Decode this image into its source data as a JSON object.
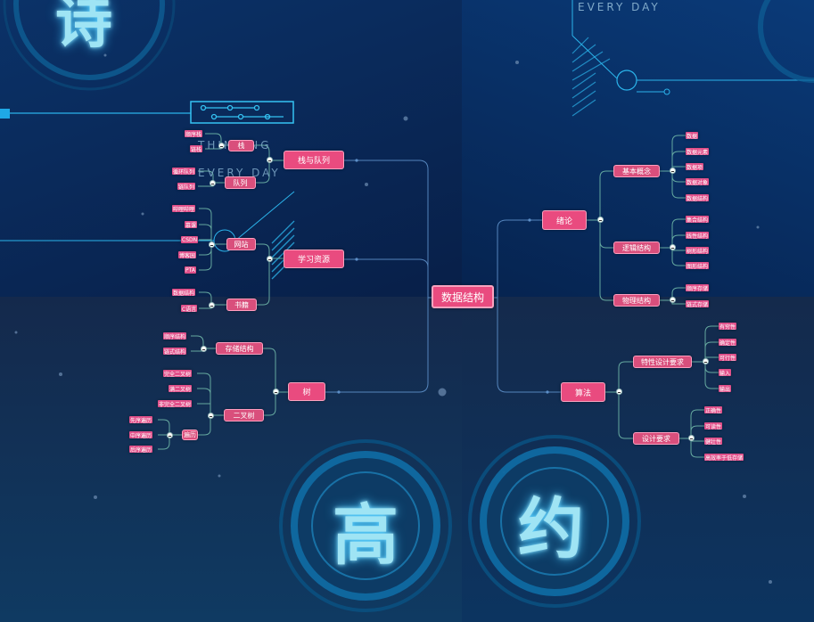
{
  "deco": {
    "top_right_text": "EVERY DAY",
    "left_text_1": "THINKING",
    "left_text_2": "EVERY DAY",
    "char_top_left": "诗",
    "char_bottom_mid": "高",
    "char_bottom_right": "约"
  },
  "mindmap": {
    "root": "数据结构",
    "stack_queue": {
      "label": "栈与队列",
      "stack": {
        "label": "栈",
        "leaves": [
          "顺序栈",
          "链栈"
        ]
      },
      "queue": {
        "label": "队列",
        "leaves": [
          "循环队列",
          "链队列"
        ]
      }
    },
    "resources": {
      "label": "学习资源",
      "websites": {
        "label": "网站",
        "leaves": [
          "哔哩哔哩",
          "慕课",
          "CSDN",
          "博客园",
          "PTA"
        ]
      },
      "books": {
        "label": "书籍",
        "leaves": [
          "数据结构",
          "C语言"
        ]
      }
    },
    "tree": {
      "label": "树",
      "storage": {
        "label": "存储结构",
        "leaves": [
          "顺序结构",
          "链式结构"
        ]
      },
      "binary": {
        "label": "二叉树",
        "leaves": [
          "完全二叉树",
          "满二叉树",
          "非完全二叉树"
        ],
        "traversal": {
          "label": "遍历",
          "leaves": [
            "先序遍历",
            "中序遍历",
            "后序遍历"
          ]
        }
      }
    },
    "intro": {
      "label": "绪论",
      "basic": {
        "label": "基本概念",
        "leaves": [
          "数据",
          "数据元素",
          "数据项",
          "数据对象",
          "数据结构"
        ]
      },
      "logical": {
        "label": "逻辑结构",
        "leaves": [
          "集合结构",
          "线性结构",
          "树形结构",
          "图形结构"
        ]
      },
      "physical": {
        "label": "物理结构",
        "leaves": [
          "顺序存储",
          "链式存储"
        ]
      }
    },
    "algorithm": {
      "label": "算法",
      "features": {
        "label": "特性设计要求",
        "leaves": [
          "有穷性",
          "确定性",
          "可行性",
          "输入",
          "输出"
        ]
      },
      "design": {
        "label": "设计要求",
        "leaves": [
          "正确性",
          "可读性",
          "健壮性",
          "高效率于低存储"
        ]
      }
    }
  }
}
